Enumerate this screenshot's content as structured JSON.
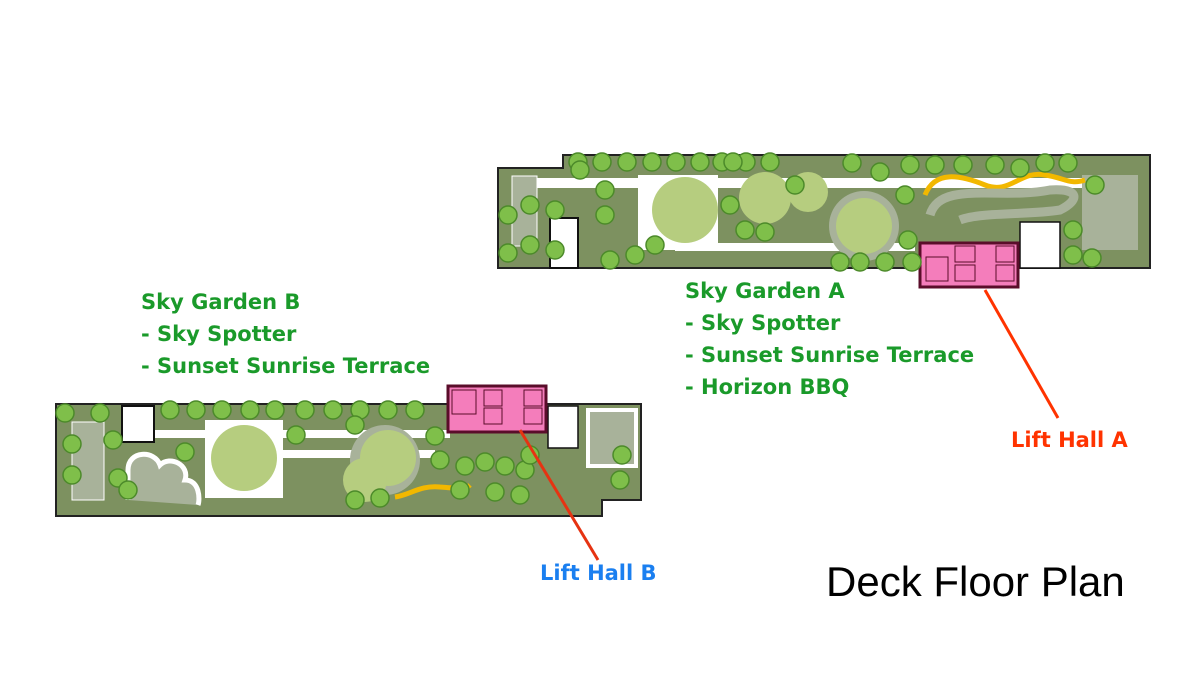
{
  "title": "Deck Floor Plan",
  "colors": {
    "deck": "#7d9160",
    "lawn": "#b6cd7f",
    "path": "#a8b29a",
    "lift_hall": "#f47dbb",
    "lift_outline": "#5a0d2a",
    "garden_label": "#1a9a2a",
    "lift_a_label": "#ff3300",
    "lift_b_label": "#1a7ff0",
    "feature_strip": "#f2b800"
  },
  "gardens": [
    {
      "name": "Sky Garden A",
      "features": [
        "- Sky Spotter",
        "- Sunset Sunrise Terrace",
        "- Horizon BBQ"
      ],
      "lift_hall": "Lift Hall A"
    },
    {
      "name": "Sky Garden B",
      "features": [
        "- Sky Spotter",
        "- Sunset Sunrise Terrace"
      ],
      "lift_hall": "Lift Hall B"
    }
  ]
}
